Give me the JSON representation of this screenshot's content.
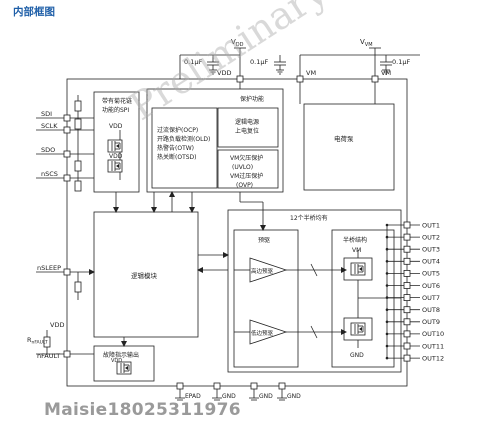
{
  "title": "内部框图",
  "watermark": {
    "brand": "Maisie18025311976",
    "preliminary": "Preliminary"
  },
  "supplies": {
    "vdd": "V",
    "vdd_sub": "DD",
    "vm": "V",
    "vm_sub": "VM"
  },
  "caps": {
    "c1": "0.1μF",
    "c2": "0.1μF",
    "c3": "0.1μF"
  },
  "top_pins": {
    "vdd": "VDD",
    "vm1": "VM",
    "vm2": "VM"
  },
  "left_pins": {
    "sdi": "SDI",
    "sclk": "SCLK",
    "sdo": "SDO",
    "nscs": "nSCS",
    "nsleep": "nSLEEP",
    "vdd": "VDD",
    "rfault": "R",
    "rfault_sub": "nFAULT",
    "nfault": "nFAULT"
  },
  "spi_block": {
    "line1": "带有菊花链",
    "line2": "功能的SPI",
    "vdd1": "VDD",
    "vdd2": "VDD"
  },
  "protection": {
    "header": "保护功能",
    "list": [
      "过流保护(OCP)",
      "开路负载检测(OLD)",
      "热警告(OTW)",
      "热关断(OTSD)"
    ],
    "reset": [
      "逻辑电源",
      "上电复位"
    ],
    "vm": [
      "VM欠压保护",
      "(UVLO)",
      "VM过压保护",
      "(OVP)"
    ]
  },
  "charge_pump": "电荷泵",
  "logic": "逻辑模块",
  "fault_out": {
    "label": "故障指示输出"
  },
  "half_bridge": {
    "header": "12个半桥均有",
    "predriver": "预驱",
    "hs_driver": "高边预驱",
    "ls_driver": "低边预驱",
    "structure": "半桥结构",
    "vm": "VM",
    "gnd": "GND"
  },
  "outputs": [
    "OUT1",
    "OUT2",
    "OUT3",
    "OUT4",
    "OUT5",
    "OUT6",
    "OUT7",
    "OUT8",
    "OUT9",
    "OUT10",
    "OUT11",
    "OUT12"
  ],
  "bottom_pins": {
    "epad": "EPAD",
    "gnd1": "GND",
    "gnd2": "GND",
    "gnd3": "GND"
  }
}
